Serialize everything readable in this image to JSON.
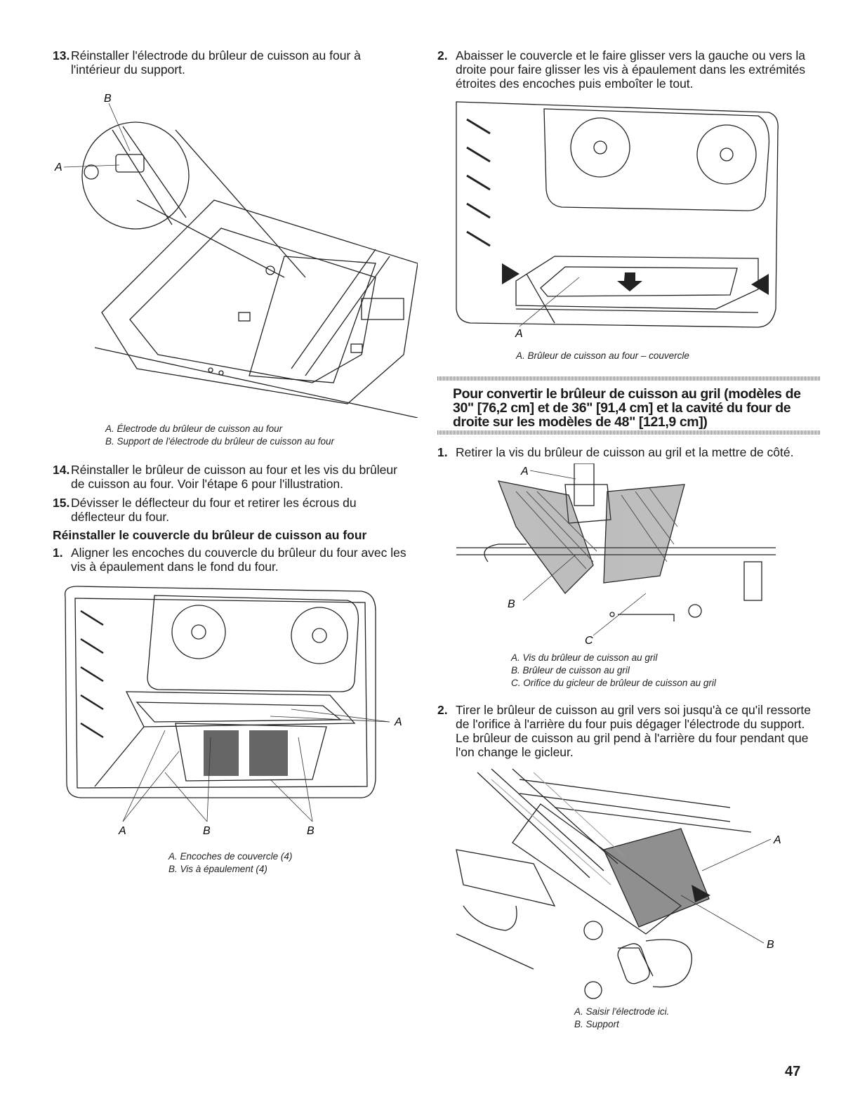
{
  "left": {
    "step13": {
      "num": "13.",
      "text": "Réinstaller l'électrode du brûleur de cuisson au four à l'intérieur du support."
    },
    "fig1": {
      "label_a": "A",
      "label_b": "B",
      "caption": [
        "A. Électrode du brûleur de cuisson au four",
        "B. Support de l'électrode du brûleur de cuisson au four"
      ]
    },
    "step14": {
      "num": "14.",
      "text": "Réinstaller le brûleur de cuisson au four et les vis du brûleur de cuisson au four. Voir l'étape 6 pour l'illustration."
    },
    "step15": {
      "num": "15.",
      "text": "Dévisser le déflecteur du four et retirer les écrous du déflecteur du four."
    },
    "subheading": "Réinstaller le couvercle du brûleur de cuisson au four",
    "step1": {
      "num": "1.",
      "text": "Aligner les encoches du couvercle du brûleur du four avec les vis à épaulement dans le fond du four."
    },
    "fig2": {
      "label_a_right": "A",
      "label_a_bottom": "A",
      "label_b1": "B",
      "label_b2": "B",
      "caption": [
        "A. Encoches de couvercle (4)",
        "B. Vis à épaulement (4)"
      ]
    }
  },
  "right": {
    "step2": {
      "num": "2.",
      "text": "Abaisser le couvercle et le faire glisser vers la gauche ou vers la droite pour faire glisser les vis à épaulement dans les extrémités étroites des encoches puis emboîter le tout."
    },
    "fig3": {
      "label_a": "A",
      "caption": "A. Brûleur de cuisson au four – couvercle"
    },
    "heading": "Pour convertir le brûleur de cuisson au gril (modèles de 30\" [76,2 cm] et de 36\" [91,4 cm] et la cavité du four de droite sur les modèles de 48\" [121,9 cm])",
    "step1": {
      "num": "1.",
      "text": "Retirer la vis du brûleur de cuisson au gril et la mettre de côté."
    },
    "fig4": {
      "label_a": "A",
      "label_b": "B",
      "label_c": "C",
      "caption": [
        "A. Vis du brûleur de cuisson au gril",
        "B. Brûleur de cuisson au gril",
        "C. Orifice du gicleur de brûleur de cuisson au gril"
      ]
    },
    "step2b": {
      "num": "2.",
      "text": "Tirer le brûleur de cuisson au gril vers soi jusqu'à ce qu'il ressorte de l'orifice à l'arrière du four puis dégager l'électrode du support. Le brûleur de cuisson au gril pend à l'arrière du four pendant que l'on change le gicleur."
    },
    "fig5": {
      "label_a": "A",
      "label_b": "B",
      "caption": [
        "A. Saisir l'électrode ici.",
        "B. Support"
      ]
    }
  },
  "page_number": "47"
}
